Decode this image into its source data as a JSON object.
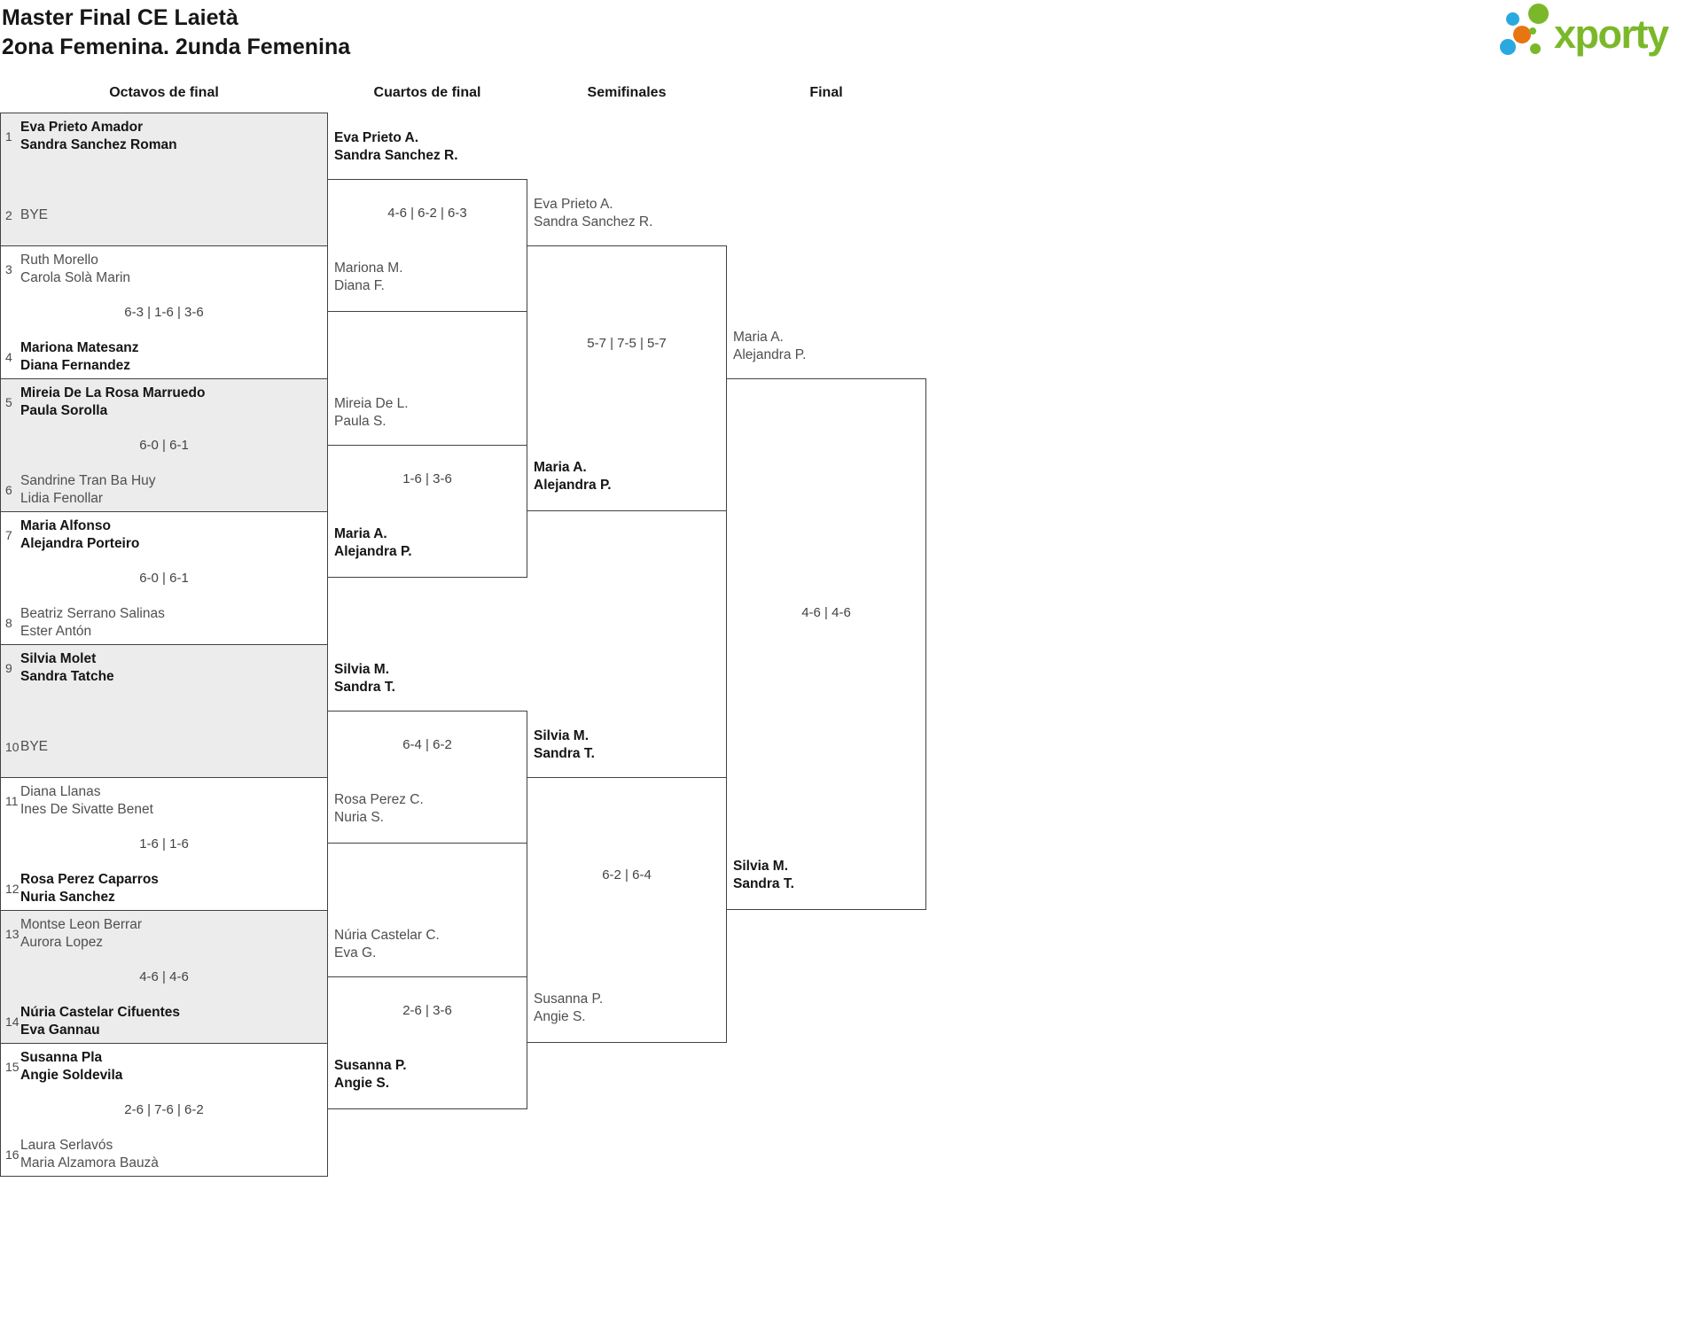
{
  "header": {
    "title_line1": "Master Final CE Laietà",
    "title_line2": "2ona Femenina. 2unda Femenina",
    "logo_text": "xporty"
  },
  "columns": [
    "Octavos de final",
    "Cuartos de final",
    "Semifinales",
    "Final"
  ],
  "colors": {
    "logo_green": "#7ab829",
    "logo_blue": "#2aa9e0",
    "logo_orange": "#e87511",
    "block_shade": "#ececec",
    "border": "#424242"
  },
  "round1": [
    {
      "s1": "1",
      "t1": [
        "Eva Prieto Amador",
        "Sandra Sanchez Roman"
      ],
      "w1": true,
      "score": "",
      "s2": "2",
      "t2": [
        "BYE"
      ],
      "w2": false
    },
    {
      "s1": "3",
      "t1": [
        "Ruth Morello",
        "Carola Solà Marin"
      ],
      "w1": false,
      "score": "6-3 | 1-6 | 3-6",
      "s2": "4",
      "t2": [
        "Mariona Matesanz",
        "Diana Fernandez"
      ],
      "w2": true
    },
    {
      "s1": "5",
      "t1": [
        "Mireia De La Rosa Marruedo",
        "Paula Sorolla"
      ],
      "w1": true,
      "score": "6-0 | 6-1",
      "s2": "6",
      "t2": [
        "Sandrine Tran Ba Huy",
        "Lidia Fenollar"
      ],
      "w2": false
    },
    {
      "s1": "7",
      "t1": [
        "Maria Alfonso",
        "Alejandra Porteiro"
      ],
      "w1": true,
      "score": "6-0 | 6-1",
      "s2": "8",
      "t2": [
        "Beatriz Serrano Salinas",
        "Ester Antón"
      ],
      "w2": false
    },
    {
      "s1": "9",
      "t1": [
        "Silvia Molet",
        "Sandra Tatche"
      ],
      "w1": true,
      "score": "",
      "s2": "10",
      "t2": [
        "BYE"
      ],
      "w2": false
    },
    {
      "s1": "11",
      "t1": [
        "Diana Llanas",
        "Ines De Sivatte Benet"
      ],
      "w1": false,
      "score": "1-6 | 1-6",
      "s2": "12",
      "t2": [
        "Rosa Perez Caparros",
        "Nuria Sanchez"
      ],
      "w2": true
    },
    {
      "s1": "13",
      "t1": [
        "Montse Leon Berrar",
        "Aurora Lopez"
      ],
      "w1": false,
      "score": "4-6 | 4-6",
      "s2": "14",
      "t2": [
        "Núria Castelar Cifuentes",
        "Eva Gannau"
      ],
      "w2": true
    },
    {
      "s1": "15",
      "t1": [
        "Susanna Pla",
        "Angie Soldevila"
      ],
      "w1": true,
      "score": "2-6 | 7-6 | 6-2",
      "s2": "16",
      "t2": [
        "Laura Serlavós",
        "Maria Alzamora Bauzà"
      ],
      "w2": false
    }
  ],
  "matches": [
    {
      "round": "cuartos",
      "t1": [
        "Eva Prieto A.",
        "Sandra Sanchez R."
      ],
      "w1": true,
      "score": "4-6 | 6-2 | 6-3",
      "t2": [
        "Mariona M.",
        "Diana F."
      ],
      "w2": false
    },
    {
      "round": "cuartos",
      "t1": [
        "Mireia De L.",
        "Paula S."
      ],
      "w1": false,
      "score": "1-6 | 3-6",
      "t2": [
        "Maria A.",
        "Alejandra P."
      ],
      "w2": true
    },
    {
      "round": "cuartos",
      "t1": [
        "Silvia M.",
        "Sandra T."
      ],
      "w1": true,
      "score": "6-4 | 6-2",
      "t2": [
        "Rosa Perez C.",
        "Nuria S."
      ],
      "w2": false
    },
    {
      "round": "cuartos",
      "t1": [
        "Núria Castelar C.",
        "Eva G."
      ],
      "w1": false,
      "score": "2-6 | 3-6",
      "t2": [
        "Susanna P.",
        "Angie S."
      ],
      "w2": true
    },
    {
      "round": "semifinal",
      "t1": [
        "Eva Prieto A.",
        "Sandra Sanchez R."
      ],
      "w1": false,
      "score": "5-7 | 7-5 | 5-7",
      "t2": [
        "Maria A.",
        "Alejandra P."
      ],
      "w2": true
    },
    {
      "round": "semifinal",
      "t1": [
        "Silvia M.",
        "Sandra T."
      ],
      "w1": true,
      "score": "6-2 | 6-4",
      "t2": [
        "Susanna P.",
        "Angie S."
      ],
      "w2": false
    },
    {
      "round": "final",
      "t1": [
        "Maria A.",
        "Alejandra P."
      ],
      "w1": false,
      "score": "4-6 | 4-6",
      "t2": [
        "Silvia M.",
        "Sandra T."
      ],
      "w2": true
    }
  ]
}
